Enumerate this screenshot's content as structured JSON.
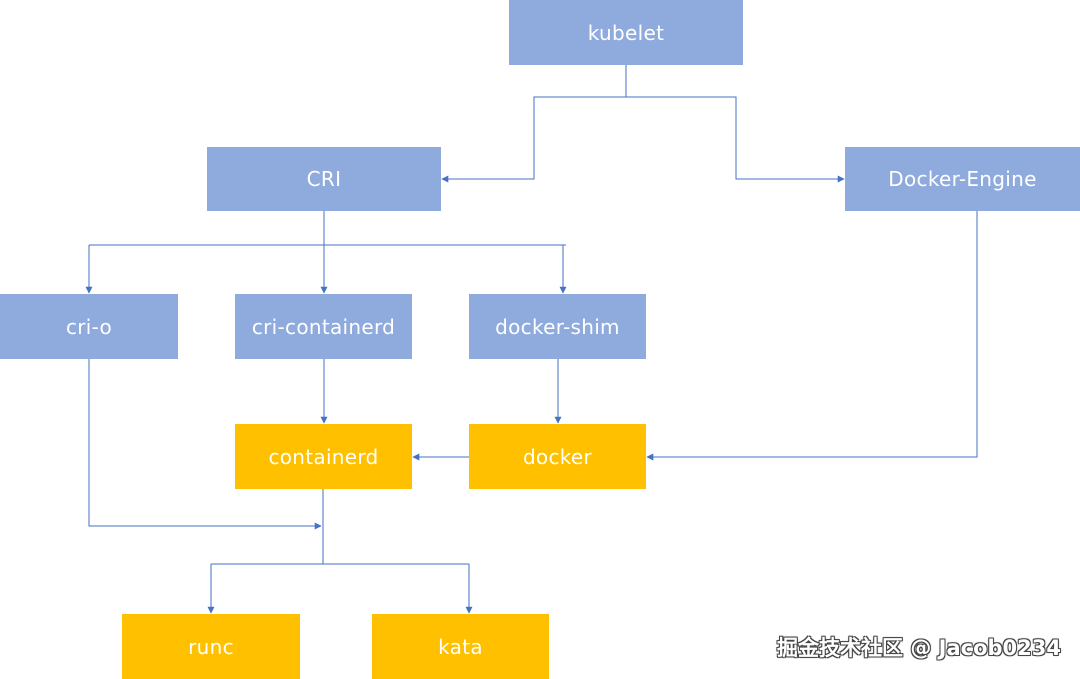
{
  "colors": {
    "blue_node": "#8faadc",
    "yellow_node": "#ffc000",
    "connector": "#4472c4",
    "text": "#ffffff"
  },
  "nodes": {
    "kubelet": "kubelet",
    "cri": "CRI",
    "docker_engine": "Docker-Engine",
    "cri_o": "cri-o",
    "cri_containerd": "cri-containerd",
    "docker_shim": "docker-shim",
    "containerd": "containerd",
    "docker": "docker",
    "runc": "runc",
    "kata": "kata"
  },
  "watermark": "掘金技术社区 @ Jacob0234"
}
